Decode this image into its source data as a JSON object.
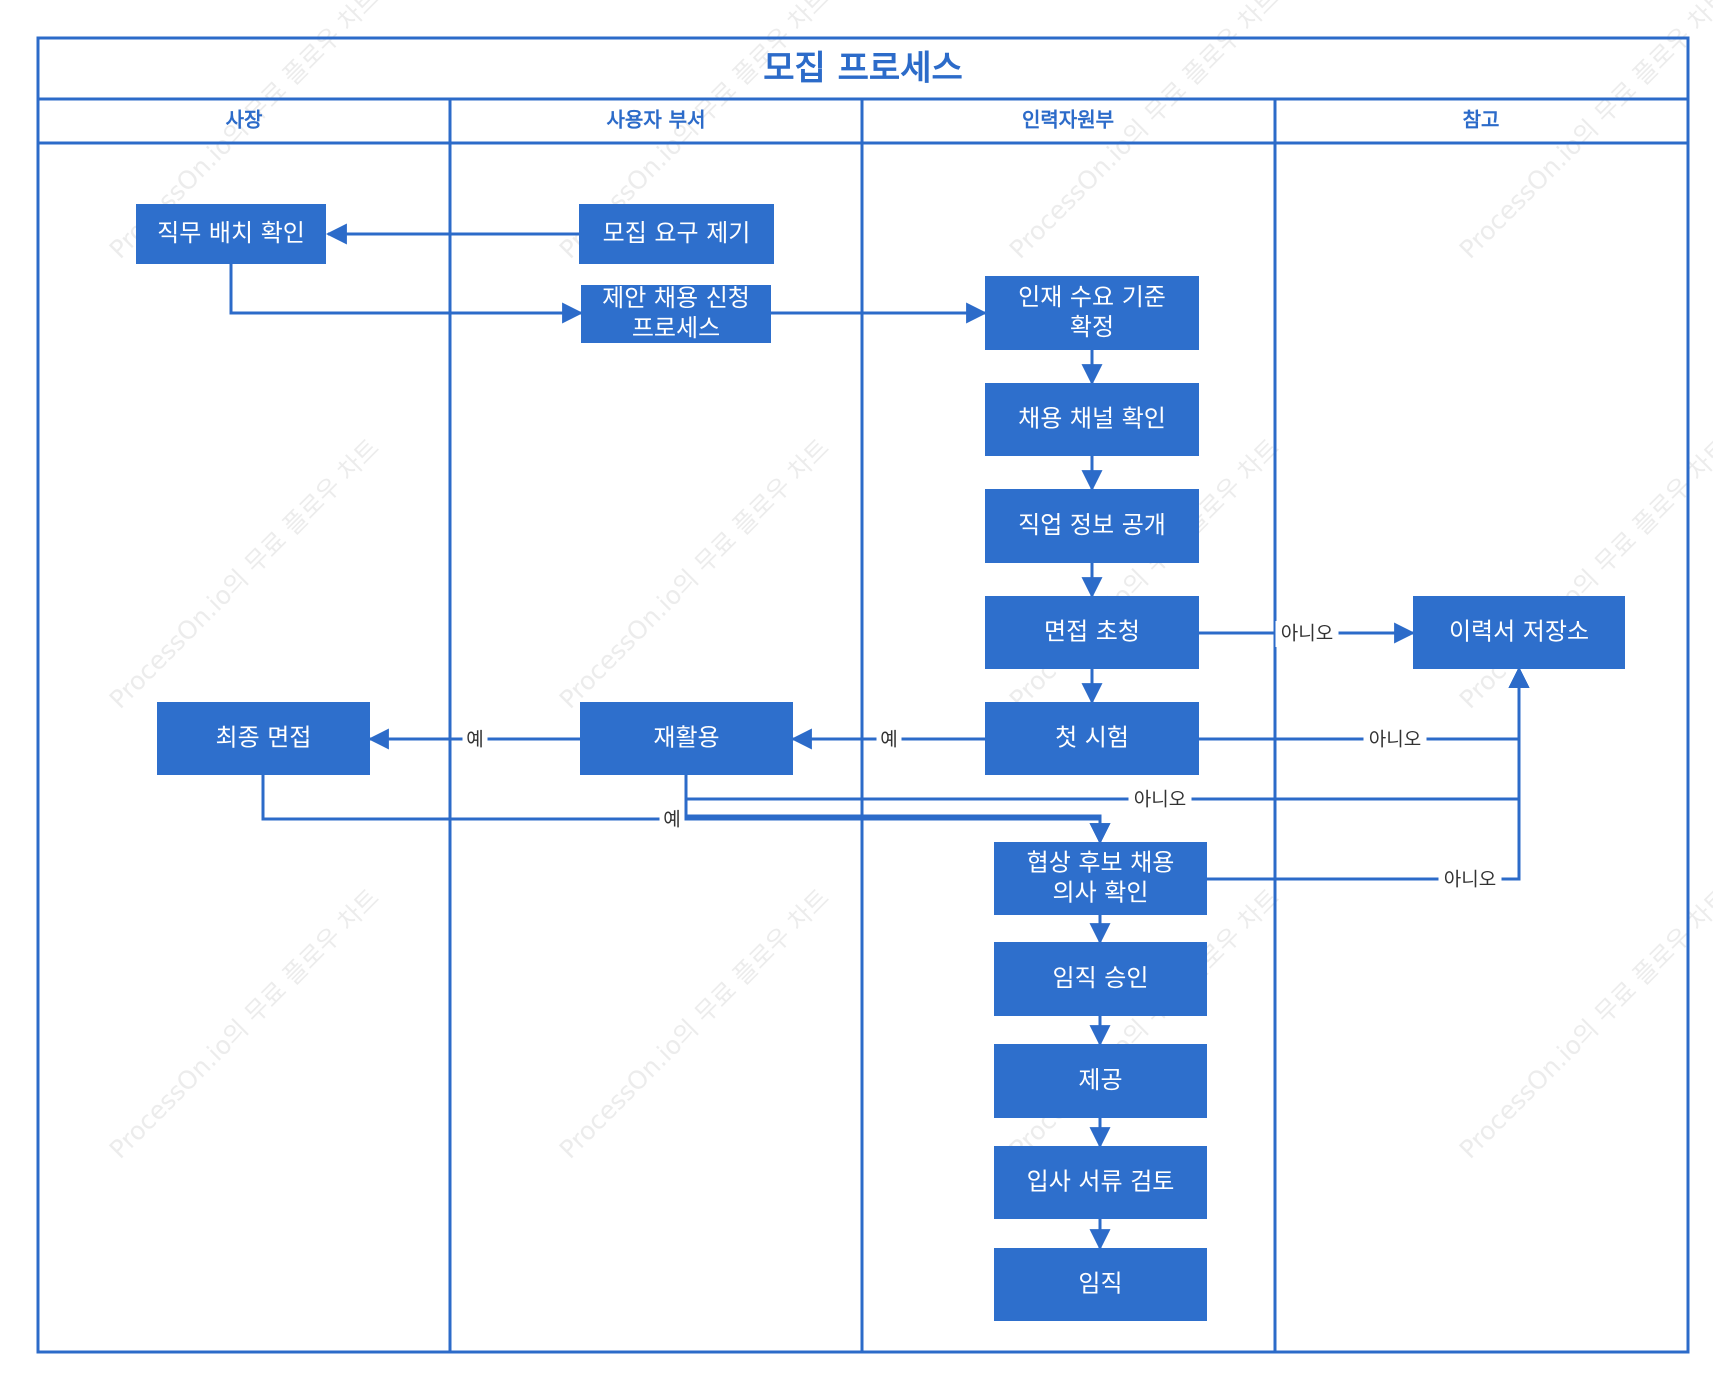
{
  "diagram": {
    "title": "모집 프로세스",
    "lanes": [
      "사장",
      "사용자 부서",
      "인력자원부",
      "참고"
    ],
    "nodes": [
      {
        "id": "n1",
        "label": "직무 배치 확인"
      },
      {
        "id": "n2",
        "label": "모집 요구 제기"
      },
      {
        "id": "n3",
        "label": "제안 채용 신청\n프로세스"
      },
      {
        "id": "n4",
        "label": "인재 수요 기준\n확정"
      },
      {
        "id": "n5",
        "label": "채용 채널 확인"
      },
      {
        "id": "n6",
        "label": "직업 정보 공개"
      },
      {
        "id": "n7",
        "label": "면접 초청"
      },
      {
        "id": "n8",
        "label": "이력서 저장소"
      },
      {
        "id": "n9",
        "label": "최종 면접"
      },
      {
        "id": "n10",
        "label": "재활용"
      },
      {
        "id": "n11",
        "label": "첫 시험"
      },
      {
        "id": "n12",
        "label": "협상 후보 채용\n의사 확인"
      },
      {
        "id": "n13",
        "label": "임직 승인"
      },
      {
        "id": "n14",
        "label": "제공"
      },
      {
        "id": "n15",
        "label": "입사 서류 검토"
      },
      {
        "id": "n16",
        "label": "임직"
      }
    ],
    "edges": [
      {
        "id": "e1",
        "from": "n2",
        "to": "n1",
        "label": ""
      },
      {
        "id": "e2",
        "from": "n1",
        "to": "n3",
        "label": ""
      },
      {
        "id": "e3",
        "from": "n3",
        "to": "n4",
        "label": ""
      },
      {
        "id": "e4",
        "from": "n4",
        "to": "n5",
        "label": ""
      },
      {
        "id": "e5",
        "from": "n5",
        "to": "n6",
        "label": ""
      },
      {
        "id": "e6",
        "from": "n6",
        "to": "n7",
        "label": ""
      },
      {
        "id": "e7",
        "from": "n7",
        "to": "n11",
        "label": ""
      },
      {
        "id": "e8",
        "from": "n7",
        "to": "n8",
        "label": "아니오"
      },
      {
        "id": "e9",
        "from": "n11",
        "to": "n10",
        "label": "예"
      },
      {
        "id": "e10",
        "from": "n11",
        "to": "n8",
        "label": "아니오"
      },
      {
        "id": "e11",
        "from": "n10",
        "to": "n9",
        "label": "예"
      },
      {
        "id": "e12",
        "from": "n10",
        "to": "n8",
        "label": "아니오"
      },
      {
        "id": "e13",
        "from": "n9",
        "to": "n12",
        "label": "예"
      },
      {
        "id": "e14",
        "from": "n10",
        "to": "n12",
        "label": ""
      },
      {
        "id": "e15",
        "from": "n12",
        "to": "n8",
        "label": "아니오"
      },
      {
        "id": "e16",
        "from": "n12",
        "to": "n13",
        "label": ""
      },
      {
        "id": "e17",
        "from": "n13",
        "to": "n14",
        "label": ""
      },
      {
        "id": "e18",
        "from": "n14",
        "to": "n15",
        "label": ""
      },
      {
        "id": "e19",
        "from": "n15",
        "to": "n16",
        "label": ""
      }
    ]
  },
  "watermark": "ProcessOn.io의 무료 플로우 차트",
  "colors": {
    "accent": "#2c6bc9",
    "node_fill": "#2e6fcc",
    "node_text": "#ffffff",
    "edge_label_text": "#333333"
  }
}
